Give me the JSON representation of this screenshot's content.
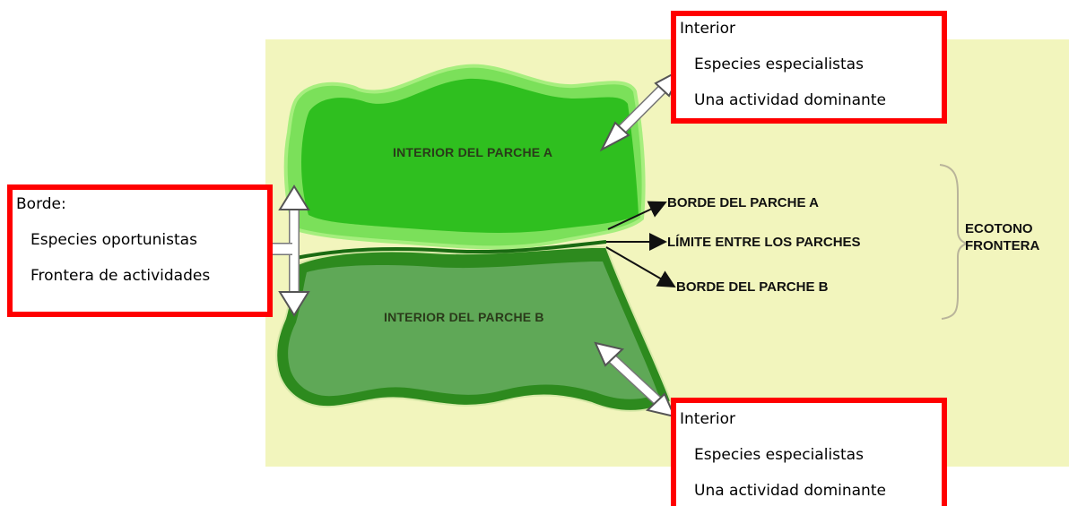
{
  "patches": {
    "a_interior": "INTERIOR DEL PARCHE A",
    "b_interior": "INTERIOR DEL PARCHE B"
  },
  "callouts": {
    "borde_a": "BORDE DEL PARCHE A",
    "limite": "LÍMITE ENTRE LOS PARCHES",
    "borde_b": "BORDE DEL PARCHE B"
  },
  "ecotono": {
    "line1": "ECOTONO",
    "line2": "FRONTERA"
  },
  "box_interior_top": {
    "title": "Interior",
    "line1": "Especies especialistas",
    "line2": "Una actividad dominante"
  },
  "box_borde": {
    "title": "Borde:",
    "line1": "Especies oportunistas",
    "line2": "Frontera de actividades"
  },
  "box_interior_bottom": {
    "title": "Interior",
    "line1": "Especies especialistas",
    "line2": "Una actividad dominante"
  },
  "colors": {
    "background": "#f2f5bd",
    "patch_a": "#2fbf1f",
    "patch_a_edge": "#7be05a",
    "patch_b": "#5fa857",
    "patch_b_edge": "#2d8a1e",
    "box_border": "#ff0000"
  }
}
